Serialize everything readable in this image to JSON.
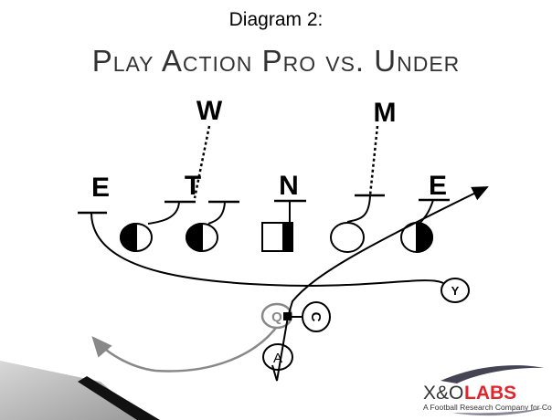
{
  "subtitle": "Diagram 2:",
  "title": "Play Action Pro vs. Under",
  "defense": {
    "W": "W",
    "M": "M",
    "E_left": "E",
    "T": "T",
    "N": "N",
    "E_right": "E"
  },
  "offense": {
    "Y": "Y",
    "Q": "Q",
    "C": "C",
    "A": "A"
  },
  "logo": {
    "xo": "X&O",
    "labs": "LABS",
    "tagline": "A Football Research Company for Coaches",
    "red": "#e3242b"
  }
}
